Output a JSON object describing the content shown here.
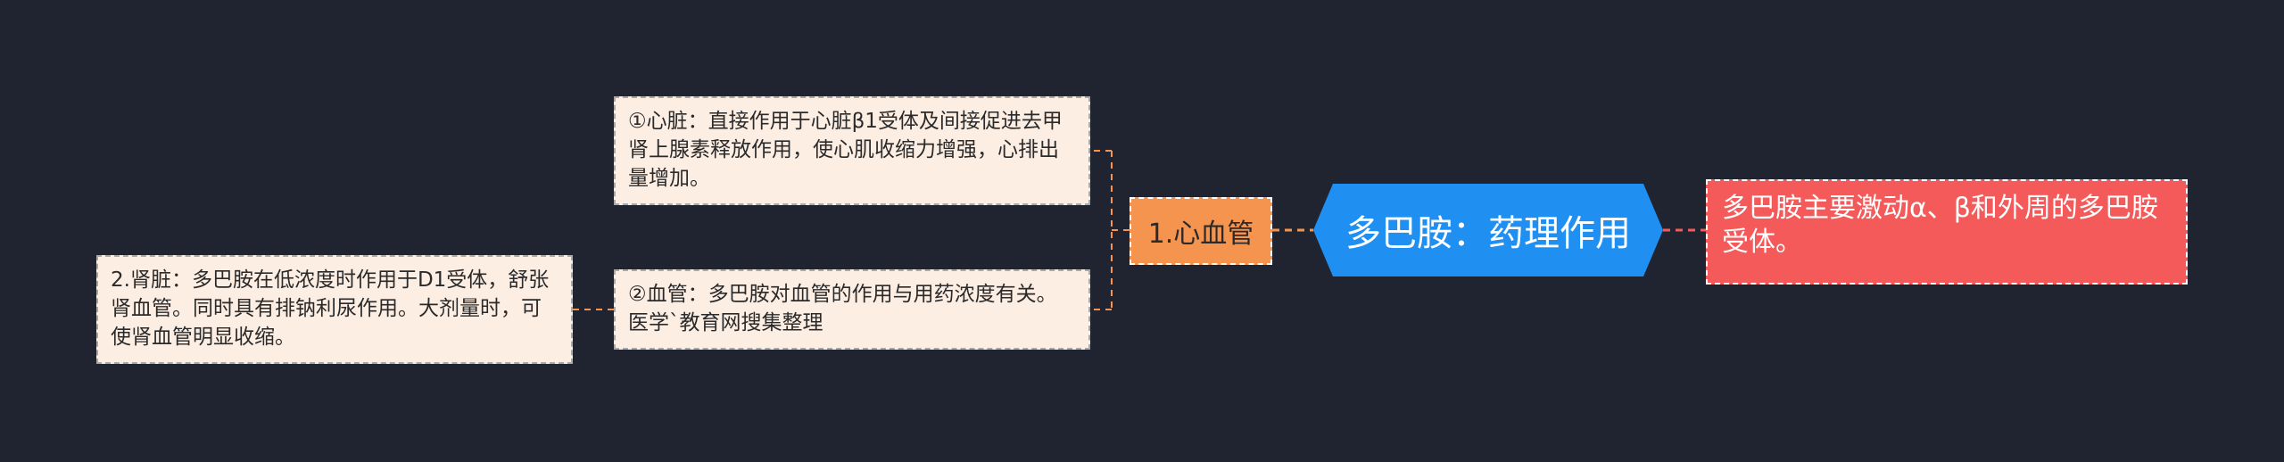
{
  "root": {
    "label": "多巴胺：药理作用"
  },
  "right_note": {
    "text": "多巴胺主要激动α、β和外周的多巴胺受体。"
  },
  "branch": {
    "label": "1.心血管"
  },
  "leaves": {
    "heart": "①心脏：直接作用于心脏β1受体及间接促进去甲肾上腺素释放作用，使心肌收缩力增强，心排出量增加。",
    "vessel": "②血管：多巴胺对血管的作用与用药浓度有关。医学`教育网搜集整理",
    "kidney": "2.肾脏：多巴胺在低浓度时作用于D1受体，舒张肾血管。同时具有排钠利尿作用。大剂量时，可使肾血管明显收缩。"
  },
  "colors": {
    "background": "#1f2430",
    "root": "#1f8ff2",
    "right_note": "#f55a5a",
    "branch": "#f5944f",
    "leaf": "#fdeee4",
    "link_orange": "#f5944f",
    "link_red": "#f55a5a"
  }
}
